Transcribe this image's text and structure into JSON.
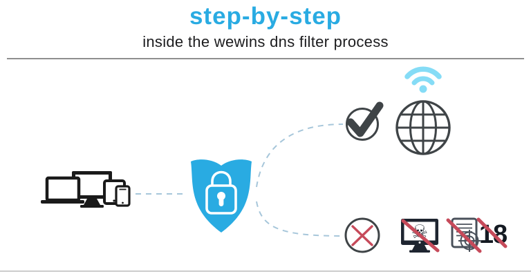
{
  "header": {
    "title": "step-by-step",
    "subtitle": "inside the wewins dns filter process"
  },
  "colors": {
    "accent": "#29abe2",
    "wifi": "#85dcf6",
    "dark": "#3f4447",
    "ink": "#1a1a1a",
    "navy": "#1e2530",
    "doc": "#49505a",
    "danger": "#c64a5a",
    "dash": "#a6c6da",
    "rule": "#8e8e8e",
    "rule2": "#cccccc",
    "subtitle_color": "#1c1c1e"
  },
  "diagram": {
    "age_label": "18",
    "skull_glyph": "☠",
    "nodes": [
      {
        "id": "user-devices",
        "icon": "devices-icon"
      },
      {
        "id": "dns-filter",
        "icon": "shield-lock-icon"
      },
      {
        "id": "allowed-traffic",
        "icon": "check-icon"
      },
      {
        "id": "internet-access",
        "icon": "globe-icon",
        "overlay": "wifi-icon"
      },
      {
        "id": "blocked-traffic",
        "icon": "cross-icon"
      },
      {
        "id": "blocked-malware",
        "icon": "malware-screen-icon"
      },
      {
        "id": "blocked-targeted-content",
        "icon": "blocked-document-icon"
      },
      {
        "id": "blocked-adult-content",
        "icon": "age-18-icon"
      }
    ]
  }
}
